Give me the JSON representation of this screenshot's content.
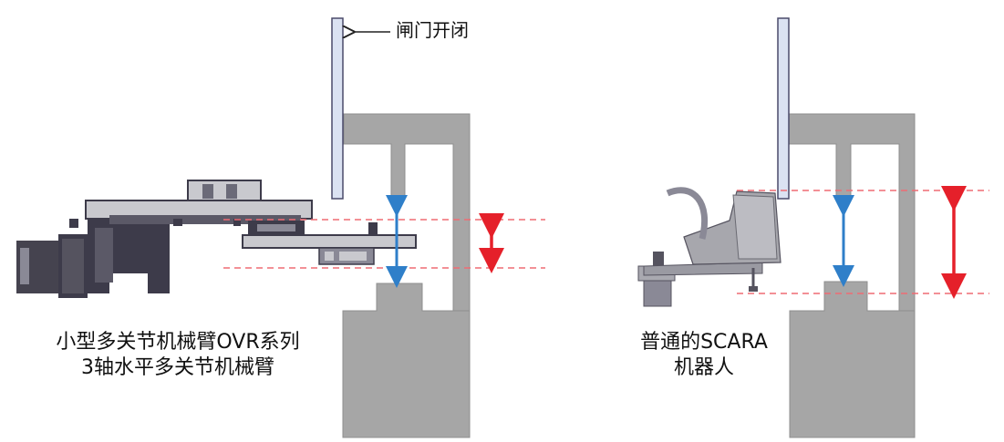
{
  "gate_label": "闸门开闭",
  "left_caption": {
    "line1": "小型多关节机械臂OVR系列",
    "line2": "3轴水平多关节机械臂"
  },
  "right_caption": {
    "line1": "普通的SCARA",
    "line2": "机器人"
  },
  "colors": {
    "structure": "#a6a6a6",
    "structure_edge": "#8c8c8c",
    "gate_fill": "#dbe2f2",
    "gate_edge": "#4a4a6a",
    "blue_arrow": "#2f7fc9",
    "red_arrow": "#e5202a",
    "dashed_line": "#ef6b73",
    "robot_dark": "#3d3b4a",
    "robot_mid": "#6b6a78",
    "robot_light": "#c9c9ce"
  },
  "icons": [
    "left-arrow-icon",
    "blue-double-arrow-icon",
    "red-double-arrow-icon"
  ]
}
